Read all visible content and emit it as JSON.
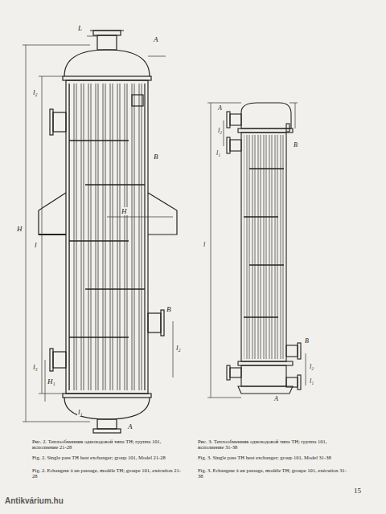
{
  "diagram": {
    "labels": [
      "L",
      "A",
      "l₂",
      "B",
      "H",
      "l",
      "H",
      "B",
      "l₂",
      "H₁",
      "l₃",
      "l₁",
      "A",
      "A",
      "l₂",
      "B",
      "l₁",
      "l",
      "B",
      "l₂",
      "l₁",
      "A",
      "Рис. 2. Теплообменник одноходовой типа ТН; группа 101, исполнение 21-28",
      "Fig. 2. Single pass TH heat exchanger; group 101, Model 21-28",
      "Fig. 2. Echangeur à un passage, modèle TH; groupe 101, exécution 21-28",
      "Рис. 3. Теплообменник одноходовой типа ТН; группа 101, исполнение 31-38",
      "Fig. 3. Single pass TH heat exchanger; group 101, Model 31-38",
      "Fig. 3. Echangeur à un passage, modèle TH; groupe 101, exécution 31-38",
      "15",
      "Antikvárium.hu"
    ]
  }
}
